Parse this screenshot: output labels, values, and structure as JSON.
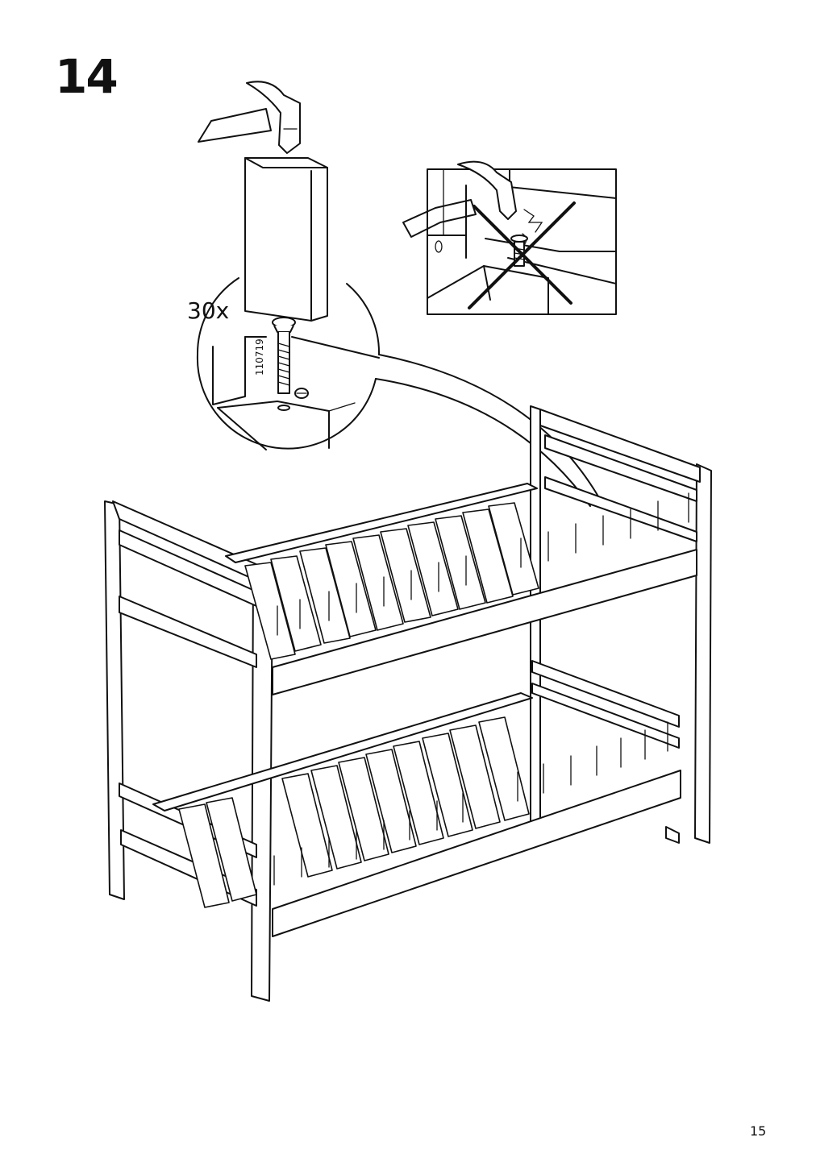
{
  "step": {
    "number": "14"
  },
  "hardware": {
    "quantity": "30x",
    "part_number": "110719"
  },
  "page": {
    "number": "15"
  },
  "icons": {
    "hammer": "hammer-icon",
    "fastener": "dowel-pin-icon",
    "warning": "cross-out-icon"
  }
}
